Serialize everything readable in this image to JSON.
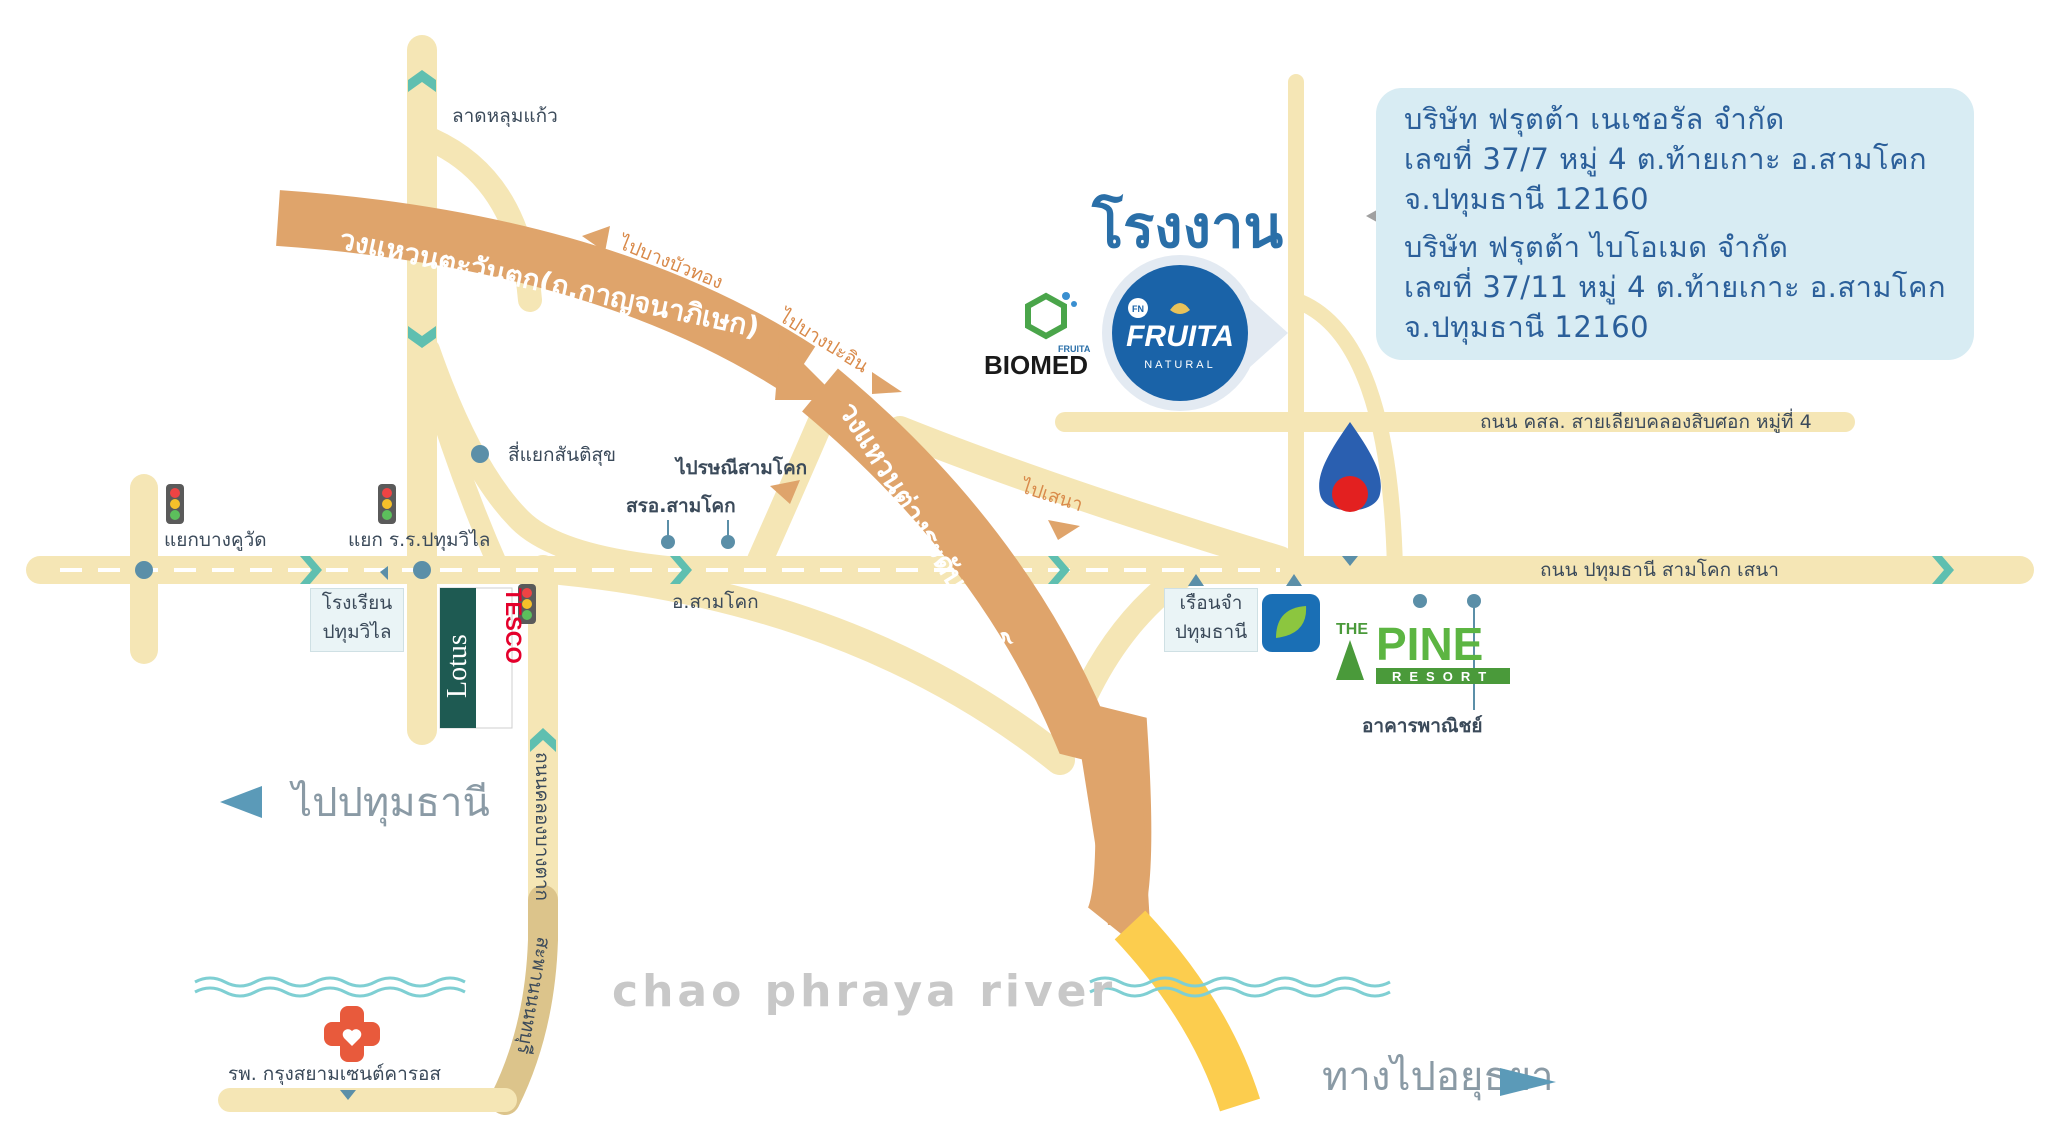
{
  "map": {
    "labels": {
      "lat_lum_kaeo": "ลาดหลุมแก้ว",
      "ring_west": "วงแหวนตะวันตก(ถ.กาญจนาภิเษก)",
      "ring_interchange": "วงแหวนต่างระดับ สามโคก",
      "to_bang_bua_thong": "ไปบางบัวทอง",
      "to_bang_pa_in": "ไปบางปะอิน",
      "to_sena": "ไปเสนา",
      "santisuk_junction": "สี่แยกสันติสุข",
      "post_office": "ไปรษณีสามโคก",
      "police_station": "สรอ.สามโคก",
      "bang_khu_wat_junction": "แยกบางคูวัด",
      "pathumwilai_junction": "แยก ร.ร.ปทุมวิไล",
      "sam_khok_district": "อ.สามโคก",
      "main_road": "ถนน ปทุมธานี สามโคก เสนา",
      "canal_road": "ถนน คสล. สายเลียบคลองสิบศอก หมู่ที่ 4",
      "commercial_building": "อาคารพาณิชย์",
      "to_pathum_thani": "ไปปทุมธานี",
      "school_line1": "โรงเรียน",
      "school_line2": "ปทุมวิไล",
      "prison_line1": "เรือนจำ",
      "prison_line2": "ปทุมธานี",
      "side_road_upper": "ถนนคลองบางตาก",
      "side_road_lower": "สะพานนนทบุรี",
      "river": "chao phraya river",
      "hospital": "รพ. กรุงสยามเซนต์คารอส",
      "to_ayutthaya": "ทางไปอยุธยา"
    },
    "factory": {
      "title": "โรงงาน",
      "fruita_brand": "FRUITA",
      "fruita_sub": "NATURAL",
      "fruita_fn": "FN",
      "biomed_brand": "BIOMED",
      "biomed_sub": "FRUITA"
    },
    "tesco": {
      "line1": "TESCO",
      "line2": "Lotus"
    },
    "pine_resort": {
      "the": "THE",
      "pine": "PINE",
      "resort": "RESORT"
    },
    "address_box": {
      "company1": "บริษัท ฟรุตต้า เนเชอรัล จำกัด",
      "address1": "เลขที่ 37/7 หมู่ 4 ต.ท้ายเกาะ อ.สามโคก",
      "province1": "จ.ปทุมธานี 12160",
      "company2": "บริษัท ฟรุตต้า ไบโอเมด จำกัด",
      "address2": "เลขที่ 37/11 หมู่ 4 ต.ท้ายเกาะ อ.สามโคก",
      "province2": "จ.ปทุมธานี 12160"
    },
    "colors": {
      "road": "#f5e6b5",
      "ring_road": "#dfa46b",
      "factory_blue": "#2a6fa8",
      "river_wave": "#7fcfd3",
      "teal_arrow": "#5fbfb0",
      "info_bg": "#d8ecf3"
    }
  }
}
